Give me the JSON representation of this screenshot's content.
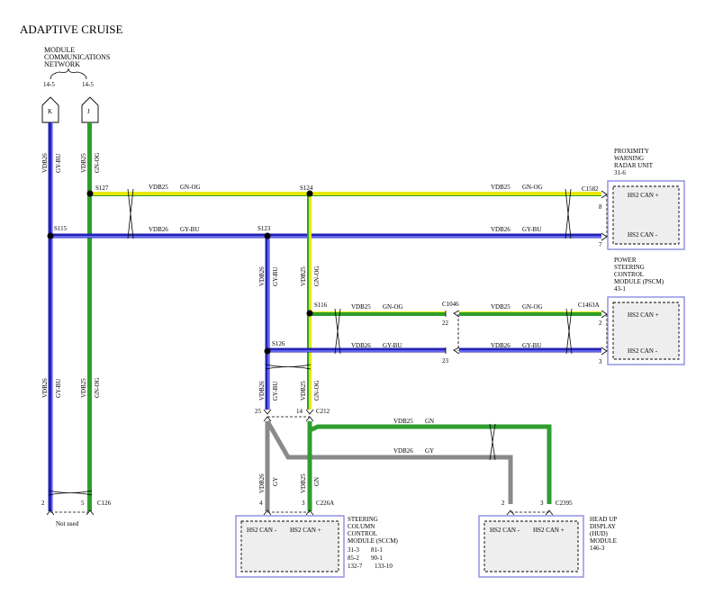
{
  "title": "ADAPTIVE CRUISE",
  "network": {
    "label_lines": [
      "MODULE",
      "COMMUNICATIONS",
      "NETWORK"
    ],
    "ref_k": "14-5",
    "ref_j": "14-5",
    "pin_k": "K",
    "pin_j": "J"
  },
  "wires": {
    "vdb25": "VDB25",
    "vdb26": "VDB26",
    "gn_og": "GN-OG",
    "gy_bu": "GY-BU",
    "gn": "GN",
    "gy": "GY"
  },
  "splices": {
    "s115": "S115",
    "s127": "S127",
    "s124": "S124",
    "s123": "S123",
    "s116": "S116",
    "s126": "S126"
  },
  "connectors": {
    "c1582": "C1582",
    "c1046": "C1046",
    "c1463a": "C1463A",
    "c212": "C212",
    "c226a": "C226A",
    "c2395": "C2395",
    "c126": "C126"
  },
  "pins": {
    "p8": "8",
    "p7": "7",
    "p22": "22",
    "p23": "23",
    "p2_pscm": "2",
    "p3_pscm": "3",
    "p25": "25",
    "p14": "14",
    "p4": "4",
    "p3_sccm": "3",
    "p2_hud": "2",
    "p3_hud": "3",
    "p2_c126": "2",
    "p5_c126": "5"
  },
  "modules": {
    "prox": {
      "lines": [
        "PROXIMITY",
        "WARNING",
        "RADAR UNIT",
        "31-6"
      ],
      "can_hi": "HS2 CAN +",
      "can_lo": "HS2 CAN -"
    },
    "pscm": {
      "lines": [
        "POWER",
        "STEERING",
        "CONTROL",
        "MODULE (PSCM)",
        "43-1"
      ],
      "can_hi": "HS2 CAN +",
      "can_lo": "HS2 CAN -"
    },
    "sccm": {
      "lines": [
        "STEERING",
        "COLUMN",
        "CONTROL",
        "MODULE (SCCM)"
      ],
      "refs": [
        [
          "31-3",
          "81-1"
        ],
        [
          "85-2",
          "90-1"
        ],
        [
          "132-7",
          "133-10"
        ]
      ],
      "can_lo": "HS2 CAN -",
      "can_hi": "HS2 CAN +"
    },
    "hud": {
      "lines": [
        "HEAD UP",
        "DISPLAY",
        "(HUD)",
        "MODULE",
        "146-3"
      ],
      "can_lo": "HS2 CAN -",
      "can_hi": "HS2 CAN +"
    }
  },
  "not_used": "Not used",
  "colors": {
    "green": "#2e9e2e",
    "yellow": "#e8e800",
    "blue": "#2323b4",
    "gray": "#8a8a8a",
    "box_border": "#8c8ce0"
  }
}
